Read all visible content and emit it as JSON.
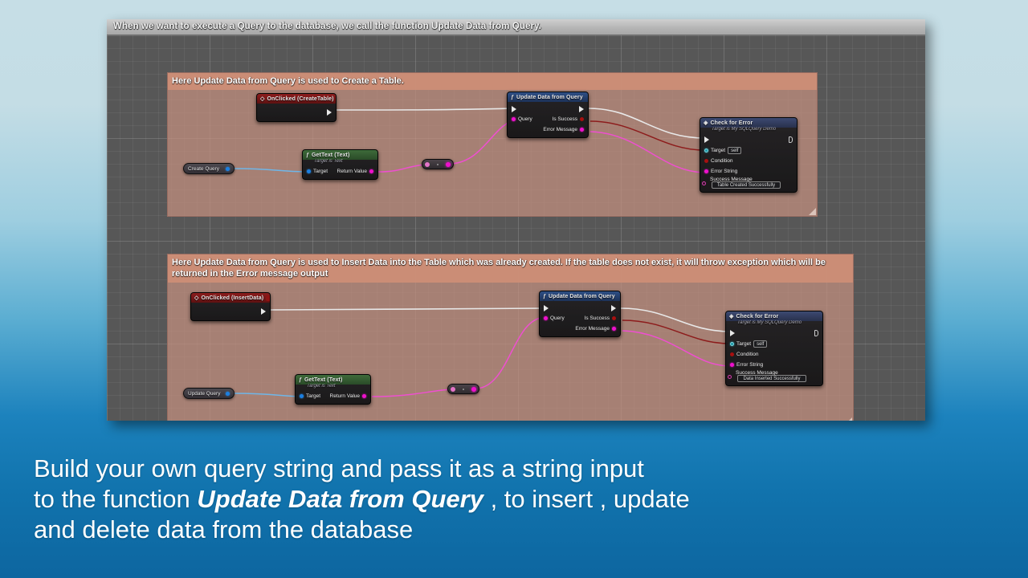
{
  "caption": {
    "line1": "Build your own query string and pass it as a string input",
    "line2_pre": "to the function ",
    "line2_em": "Update Data from Query",
    "line2_post": " , to insert , update",
    "line3": "and delete data from the database"
  },
  "blueprint": {
    "title": "When we want to execute a Query to the database, we call the function Update Data from Query.",
    "comments": [
      {
        "text": "Here Update Data from Query is used to Create a Table."
      },
      {
        "text": "Here Update Data from Query is used to Insert Data into the Table which was already created. If the table does not exist, it will throw exception which will be returned in the Error message output"
      }
    ],
    "graph1": {
      "event_node": {
        "title": "OnClicked (CreateTable)"
      },
      "getvar_node": {
        "label": "Create Query"
      },
      "gettext_node": {
        "title": "GetText (Text)",
        "subtitle": "Target is Text",
        "input_label": "Target",
        "output_label": "Return Value"
      },
      "update_node": {
        "title": "Update Data from Query",
        "input_label": "Query",
        "out1_label": "Is Success",
        "out2_label": "Error Message"
      },
      "check_node": {
        "title": "Check for Error",
        "subtitle": "Target is My SQLQuery Demo",
        "target_label": "Target",
        "target_value": "self",
        "condition_label": "Condition",
        "errorstring_label": "Error String",
        "successmsg_label": "Success Message",
        "successmsg_value": "Table Created Successfully"
      }
    },
    "graph2": {
      "event_node": {
        "title": "OnClicked (InsertData)"
      },
      "getvar_node": {
        "label": "Update Query"
      },
      "gettext_node": {
        "title": "GetText (Text)",
        "subtitle": "Target is Text",
        "input_label": "Target",
        "output_label": "Return Value"
      },
      "update_node": {
        "title": "Update Data from Query",
        "input_label": "Query",
        "out1_label": "Is Success",
        "out2_label": "Error Message"
      },
      "check_node": {
        "title": "Check for Error",
        "subtitle": "Target is My SQLQuery Demo",
        "target_label": "Target",
        "target_value": "self",
        "condition_label": "Condition",
        "errorstring_label": "Error String",
        "successmsg_label": "Success Message",
        "successmsg_value": "Data Inserted Successfully"
      }
    }
  },
  "colors": {
    "exec_wire": "#e8e8e8",
    "data_wire_pink": "#ee4fd0",
    "data_wire_blue": "#6fb6e8",
    "error_wire": "#8d1c1c",
    "comment_fill": "#c59080",
    "background_blue": "#0d66a0"
  }
}
